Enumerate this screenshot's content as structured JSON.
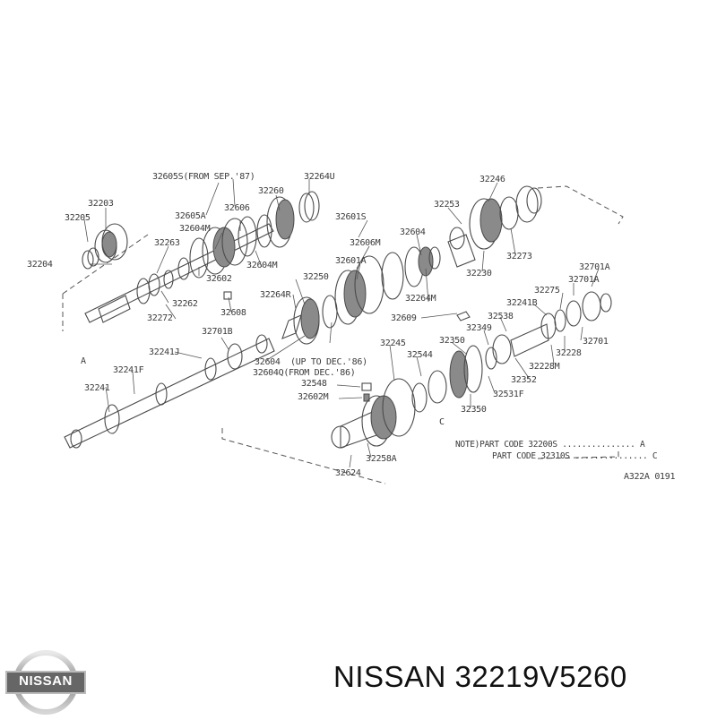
{
  "brand_caption": "NISSAN 32219V5260",
  "logo_text": "NISSAN",
  "drawing_code": "A322A 0191",
  "note_lines": [
    "NOTE)PART CODE 32200S ............... A",
    "PART CODE 32310S ............... C"
  ],
  "labels": [
    {
      "id": "l1",
      "text": "32605S(FROM SEP.'87)"
    },
    {
      "id": "l2",
      "text": "32264U"
    },
    {
      "id": "l3",
      "text": "32203"
    },
    {
      "id": "l4",
      "text": "32260"
    },
    {
      "id": "l5",
      "text": "32606"
    },
    {
      "id": "l6",
      "text": "32205"
    },
    {
      "id": "l7",
      "text": "32605A"
    },
    {
      "id": "l8",
      "text": "32604M"
    },
    {
      "id": "l9",
      "text": "32263"
    },
    {
      "id": "l10",
      "text": "32204"
    },
    {
      "id": "l11",
      "text": "32604M"
    },
    {
      "id": "l12",
      "text": "32602"
    },
    {
      "id": "l13",
      "text": "32262"
    },
    {
      "id": "l14",
      "text": "32272"
    },
    {
      "id": "l15",
      "text": "32608"
    },
    {
      "id": "l16",
      "text": "32701B"
    },
    {
      "id": "l17",
      "text": "32241J"
    },
    {
      "id": "l18",
      "text": "32241F"
    },
    {
      "id": "l19",
      "text": "32241"
    },
    {
      "id": "l20",
      "text": "32601S"
    },
    {
      "id": "l21",
      "text": "32606M"
    },
    {
      "id": "l22",
      "text": "32604"
    },
    {
      "id": "l23",
      "text": "32601A"
    },
    {
      "id": "l24",
      "text": "32250"
    },
    {
      "id": "l25",
      "text": "32264R"
    },
    {
      "id": "l26",
      "text": "32264M"
    },
    {
      "id": "l27",
      "text": "32609"
    },
    {
      "id": "l28",
      "text": "32253"
    },
    {
      "id": "l29",
      "text": "32246"
    },
    {
      "id": "l30",
      "text": "32273"
    },
    {
      "id": "l31",
      "text": "32230"
    },
    {
      "id": "l32",
      "text": "32701A"
    },
    {
      "id": "l33",
      "text": "32275"
    },
    {
      "id": "l34",
      "text": "32701A"
    },
    {
      "id": "l35",
      "text": "32241B"
    },
    {
      "id": "l36",
      "text": "32538"
    },
    {
      "id": "l37",
      "text": "32349"
    },
    {
      "id": "l38",
      "text": "32350"
    },
    {
      "id": "l39",
      "text": "32245"
    },
    {
      "id": "l40",
      "text": "32544"
    },
    {
      "id": "l41",
      "text": "32604"
    },
    {
      "id": "l42",
      "text": "32604Q(FROM DEC.'86)"
    },
    {
      "id": "l43",
      "text": "(UP TO DEC.'86)"
    },
    {
      "id": "l44",
      "text": "32548"
    },
    {
      "id": "l45",
      "text": "32602M"
    },
    {
      "id": "l46",
      "text": "32258A"
    },
    {
      "id": "l47",
      "text": "32624"
    },
    {
      "id": "l48",
      "text": "32350"
    },
    {
      "id": "l49",
      "text": "32531F"
    },
    {
      "id": "l50",
      "text": "32352"
    },
    {
      "id": "l51",
      "text": "32228M"
    },
    {
      "id": "l52",
      "text": "32228"
    },
    {
      "id": "l53",
      "text": "32701"
    },
    {
      "id": "l54",
      "text": "A"
    },
    {
      "id": "l55",
      "text": "C"
    }
  ]
}
